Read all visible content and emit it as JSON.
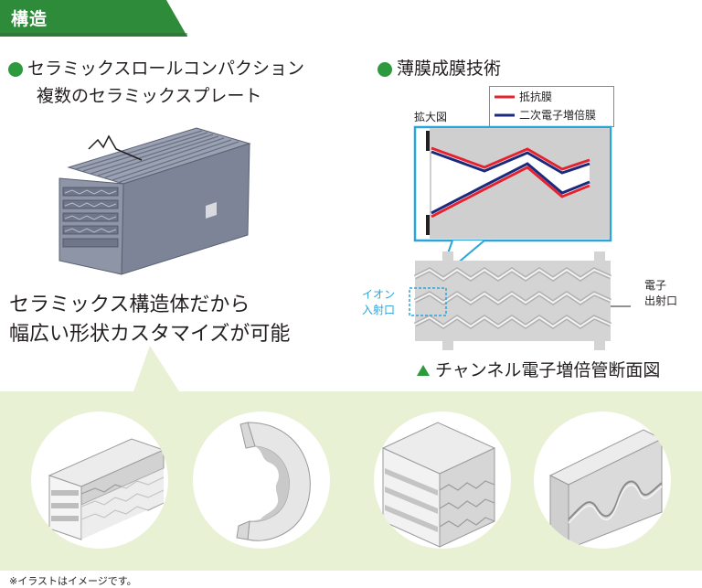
{
  "header": {
    "title": "構造",
    "colors": {
      "tab": "#2e8b3a",
      "bullet": "#2e9a3e",
      "accent_blue": "#2aa5d9"
    }
  },
  "left_panel": {
    "heading_line1": "セラミックスロールコンパクション",
    "heading_line2": "複数のセラミックスプレート",
    "caption_line1": "セラミックス構造体だから",
    "caption_line2": "幅広い形状カスタマイズが可能"
  },
  "right_panel": {
    "heading": "薄膜成膜技術",
    "zoom_label": "拡大図",
    "legend": [
      {
        "label": "抵抗膜",
        "color": "#e4232f"
      },
      {
        "label": "二次電子増倍膜",
        "color": "#1b2a7c"
      }
    ],
    "ion_label_line1": "イオン",
    "ion_label_line2": "入射口",
    "electron_label_line1": "電子",
    "electron_label_line2": "出射口",
    "caption": "チャンネル電子増倍管断面図"
  },
  "shapes": [
    "stacked-plates",
    "curved-channel",
    "angled-layers",
    "wavy-plate"
  ],
  "footnote": "※イラストはイメージです。"
}
